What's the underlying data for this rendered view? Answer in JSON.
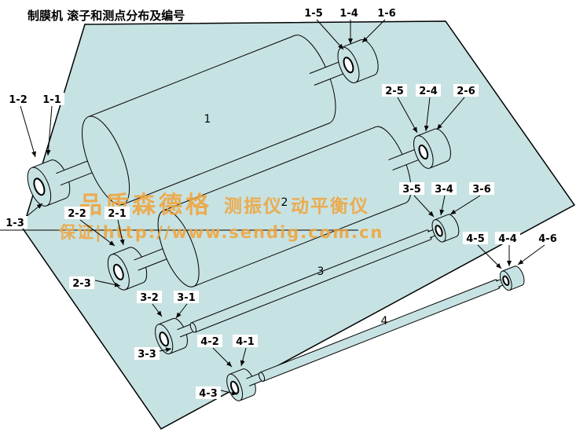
{
  "title": "制膜机 滚子和测点分布及编号",
  "colors": {
    "sheet": "#c7e2e2",
    "watermark": "#f0a43c",
    "line": "#000000"
  },
  "watermark": {
    "brand": "品质森德格",
    "products": "测振仪 动平衡仪",
    "url_line": "保证|http://www.sendig.com.cn"
  },
  "rollers": [
    {
      "number": "1",
      "points": {
        "p1": "1-1",
        "p2": "1-2",
        "p3": "1-3",
        "p4": "1-4",
        "p5": "1-5",
        "p6": "1-6"
      }
    },
    {
      "number": "2",
      "points": {
        "p1": "2-1",
        "p2": "2-2",
        "p3": "2-3",
        "p4": "2-4",
        "p5": "2-5",
        "p6": "2-6"
      }
    },
    {
      "number": "3",
      "points": {
        "p1": "3-1",
        "p2": "3-2",
        "p3": "3-3",
        "p4": "3-4",
        "p5": "3-5",
        "p6": "3-6"
      }
    },
    {
      "number": "4",
      "points": {
        "p1": "4-1",
        "p2": "4-2",
        "p3": "4-3",
        "p4": "4-4",
        "p5": "4-5",
        "p6": "4-6"
      }
    }
  ]
}
